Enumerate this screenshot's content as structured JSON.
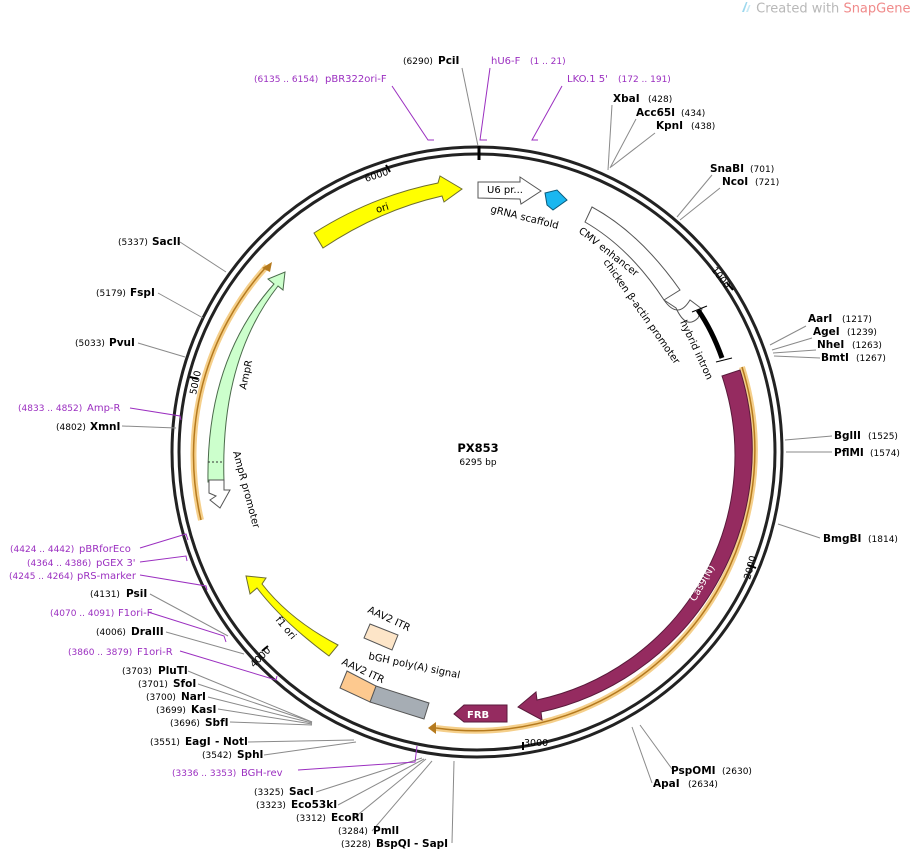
{
  "brand": {
    "prefix": "Created with ",
    "name": "SnapGene",
    "mark": "®"
  },
  "plasmid": {
    "name": "PX853",
    "length": "6295 bp"
  },
  "ticks": [
    "1000",
    "2000",
    "3000",
    "4000",
    "5000",
    "6000"
  ],
  "features": [
    {
      "id": "u6",
      "label": "U6 pr...",
      "color": "#ffffff",
      "text_color": "#000000"
    },
    {
      "id": "grna",
      "label": "gRNA scaffold",
      "color": "#1ab7f0",
      "text_color": "#000000"
    },
    {
      "id": "cmv",
      "label": "CMV enhancer",
      "color": "#ffffff",
      "text_color": "#000000"
    },
    {
      "id": "cba",
      "label": "chicken β-actin promoter",
      "color": "#ffffff",
      "text_color": "#000000"
    },
    {
      "id": "intron",
      "label": "hybrid intron",
      "color": "#000000",
      "text_color": "#000000"
    },
    {
      "id": "cas9",
      "label": "Cas9(N)",
      "color": "#952b60",
      "text_color": "#ffffff"
    },
    {
      "id": "frb",
      "label": "FRB",
      "color": "#952b60",
      "text_color": "#ffffff"
    },
    {
      "id": "bgh",
      "label": "bGH poly(A) signal",
      "color": "#a6adb4",
      "text_color": "#000000"
    },
    {
      "id": "itr1",
      "label": "AAV2 ITR",
      "color": "#fdc98f",
      "text_color": "#000000"
    },
    {
      "id": "itr2",
      "label": "AAV2 ITR",
      "color": "#fde5c8",
      "text_color": "#000000"
    },
    {
      "id": "f1",
      "label": "f1 ori",
      "color": "#ffff00",
      "text_color": "#000000"
    },
    {
      "id": "amprp",
      "label": "AmpR promoter",
      "color": "#ffffff",
      "text_color": "#000000"
    },
    {
      "id": "ampr",
      "label": "AmpR",
      "color": "#ccffcc",
      "text_color": "#000000"
    },
    {
      "id": "ori",
      "label": "ori",
      "color": "#ffff00",
      "text_color": "#000000"
    }
  ],
  "sites": [
    {
      "name": "PciI",
      "pos": "(6290)"
    },
    {
      "name": "XbaI",
      "pos": "(428)"
    },
    {
      "name": "Acc65I",
      "pos": "(434)"
    },
    {
      "name": "KpnI",
      "pos": "(438)"
    },
    {
      "name": "SnaBI",
      "pos": "(701)"
    },
    {
      "name": "NcoI",
      "pos": "(721)"
    },
    {
      "name": "AarI",
      "pos": "(1217)"
    },
    {
      "name": "AgeI",
      "pos": "(1239)"
    },
    {
      "name": "NheI",
      "pos": "(1263)"
    },
    {
      "name": "BmtI",
      "pos": "(1267)"
    },
    {
      "name": "BglII",
      "pos": "(1525)"
    },
    {
      "name": "PflMI",
      "pos": "(1574)"
    },
    {
      "name": "BmgBI",
      "pos": "(1814)"
    },
    {
      "name": "PspOMI",
      "pos": "(2630)"
    },
    {
      "name": "ApaI",
      "pos": "(2634)"
    },
    {
      "name": "SacII",
      "pos": "(5337)"
    },
    {
      "name": "FspI",
      "pos": "(5179)"
    },
    {
      "name": "PvuI",
      "pos": "(5033)"
    },
    {
      "name": "XmnI",
      "pos": "(4802)"
    },
    {
      "name": "PsiI",
      "pos": "(4131)"
    },
    {
      "name": "DraIII",
      "pos": "(4006)"
    },
    {
      "name": "PluTI",
      "pos": "(3703)"
    },
    {
      "name": "SfoI",
      "pos": "(3701)"
    },
    {
      "name": "NarI",
      "pos": "(3700)"
    },
    {
      "name": "KasI",
      "pos": "(3699)"
    },
    {
      "name": "SbfI",
      "pos": "(3696)"
    },
    {
      "name": "EagI",
      "name2": "- NotI",
      "pos": "(3551)"
    },
    {
      "name": "SphI",
      "pos": "(3542)"
    },
    {
      "name": "SacI",
      "pos": "(3325)"
    },
    {
      "name": "Eco53kI",
      "pos": "(3323)"
    },
    {
      "name": "EcoRI",
      "pos": "(3312)"
    },
    {
      "name": "PmlI",
      "pos": "(3284)"
    },
    {
      "name": "BspQI",
      "name2": "- SapI",
      "pos": "(3228)"
    }
  ],
  "primers": [
    {
      "name": "pBR322ori-F",
      "range": "(6135 .. 6154)"
    },
    {
      "name": "hU6-F",
      "range": "(1 .. 21)"
    },
    {
      "name": "LKO.1 5'",
      "range": "(172 .. 191)"
    },
    {
      "name": "Amp-R",
      "range": "(4833 .. 4852)"
    },
    {
      "name": "pBRforEco",
      "range": "(4424 .. 4442)"
    },
    {
      "name": "pGEX 3'",
      "range": "(4364 .. 4386)"
    },
    {
      "name": "pRS-marker",
      "range": "(4245 .. 4264)"
    },
    {
      "name": "F1ori-F",
      "range": "(4070 .. 4091)"
    },
    {
      "name": "F1ori-R",
      "range": "(3860 .. 3879)"
    },
    {
      "name": "BGH-rev",
      "range": "(3336 .. 3353)"
    }
  ]
}
